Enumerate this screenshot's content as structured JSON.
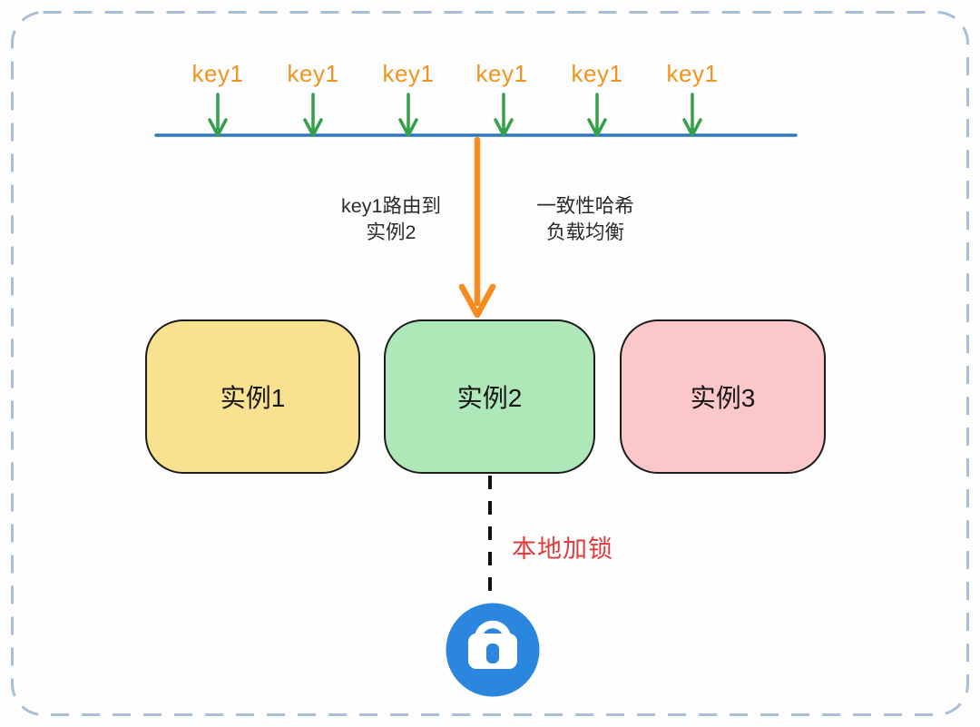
{
  "diagram": {
    "title": "consistent-hashing-local-lock-diagram",
    "keys": {
      "labels": [
        "key1",
        "key1",
        "key1",
        "key1",
        "key1",
        "key1"
      ]
    },
    "annotations": {
      "route_line1": "key1路由到",
      "route_line2": "实例2",
      "algo_line1": "一致性哈希",
      "algo_line2": "负载均衡",
      "local_lock": "本地加锁"
    },
    "instances": [
      {
        "label": "实例1"
      },
      {
        "label": "实例2"
      },
      {
        "label": "实例3"
      }
    ],
    "icons": {
      "lock": "lock-icon"
    }
  },
  "colors": {
    "frame_border": "#a9bfd8",
    "key_label": "#f0941e",
    "key_arrow": "#33a04a",
    "hash_line": "#2e79be",
    "route_arrow": "#f78c1e",
    "annotation_text": "#2b2b2b",
    "box1_fill": "#f8e18f",
    "box2_fill": "#aee7b8",
    "box3_fill": "#fcc7c9",
    "box_border": "#1c1c1c",
    "connector": "#111111",
    "lock_label": "#e23b3b",
    "lock_circle": "#2b87dd",
    "lock_glyph": "#ffffff"
  }
}
